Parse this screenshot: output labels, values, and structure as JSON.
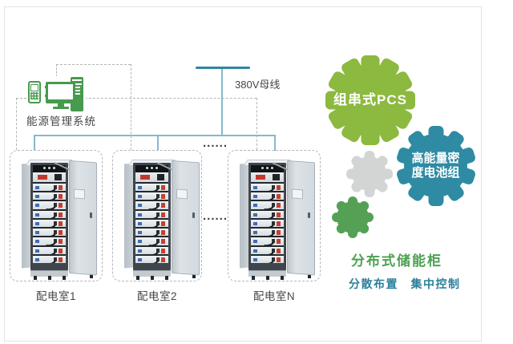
{
  "ems": {
    "label": "能源管理系统"
  },
  "bus": {
    "label": "380V母线"
  },
  "cabinets": {
    "labels": [
      "配电室1",
      "配电室2",
      "配电室N"
    ],
    "ellipsis_top": "......",
    "ellipsis_middle": "......"
  },
  "gears": {
    "pcs_label": "组串式PCS",
    "battery_label_line1": "高能量密",
    "battery_label_line2": "度电池组"
  },
  "footer": {
    "title": "分布式储能柜",
    "subtitle": "分散布置　集中控制"
  },
  "colors": {
    "green": "#479a4e",
    "lime": "#8cb93f",
    "teal-dark": "#2e86a0",
    "teal-gear": "#2f8ba3",
    "teal-line": "#85bac8",
    "gray-gear": "#d3d5d5",
    "green-sm": "#54a156",
    "text-dark": "#474747",
    "green-title": "#4ba24f",
    "teal-text": "#2c7f9b",
    "dash": "#b3b3b3"
  }
}
